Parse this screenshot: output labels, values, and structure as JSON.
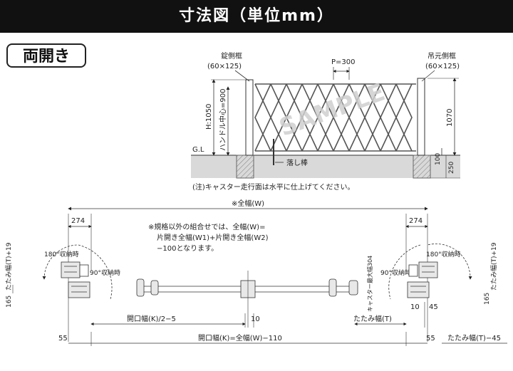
{
  "title": "寸法図（単位mm）",
  "badge": "両開き",
  "elevation": {
    "latch_frame": "錠側框",
    "latch_frame_size": "(60×125)",
    "hinge_frame": "吊元側框",
    "hinge_frame_size": "(60×125)",
    "pitch": "P=300",
    "height_total": "H:1050",
    "handle_center": "ハンドル中心=900",
    "height_right": "1070",
    "dim_100": "100",
    "dim_250": "250",
    "ground": "G.L",
    "drop_rod": "落し棒",
    "watermark": "SAMPLE",
    "note": "(注)キャスター走行面は水平に仕上げてください。"
  },
  "plan": {
    "overall_width": "※全幅(W)",
    "dim_274_left": "274",
    "dim_274_right": "274",
    "note_line1": "※規格以外の組合せでは、全幅(W)=",
    "note_line2": "片開き全幅(W1)+片開き全幅(W2)",
    "note_line3": "−100となります。",
    "stow180_left": "180°収納時",
    "stow90_left": "90°収納時",
    "stow180_right": "180°収納時",
    "stow90_right": "90°収納時",
    "fold_width_left": "たたみ幅(T)+19",
    "fold_width_right": "たたみ幅(T)+19",
    "dim_165_left": "165",
    "dim_165_right": "165",
    "caster_max": "キャスター最大幅304",
    "opening_half": "開口幅(K)/2−5",
    "dim_10_center": "10",
    "fold_width": "たたみ幅(T)",
    "dim_10_right": "10",
    "dim_45": "45",
    "dim_55_left": "55",
    "opening_formula": "開口幅(K)=全幅(W)−110",
    "dim_55_right": "55",
    "fold_minus": "たたみ幅(T)−45"
  }
}
